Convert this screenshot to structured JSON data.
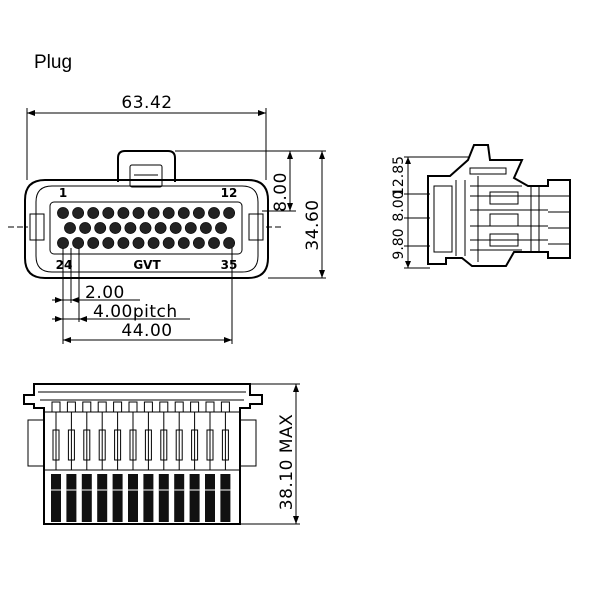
{
  "title": "Plug",
  "dimensions": {
    "overall_width": "63.42",
    "height_8": "8.00",
    "overall_height": "34.60",
    "pin_spacing": "2.00",
    "pitch": "4.00pitch",
    "pin_field_width": "44.00",
    "side_top": "12.85",
    "side_mid": "8.00",
    "side_low": "9.80",
    "bottom_height": "38.10 MAX"
  },
  "face_marks": {
    "pin_1": "1",
    "pin_12": "12",
    "pin_24": "24",
    "pin_35": "35",
    "brand": "GVT"
  },
  "colors": {
    "line": "#000000",
    "background": "#ffffff"
  }
}
